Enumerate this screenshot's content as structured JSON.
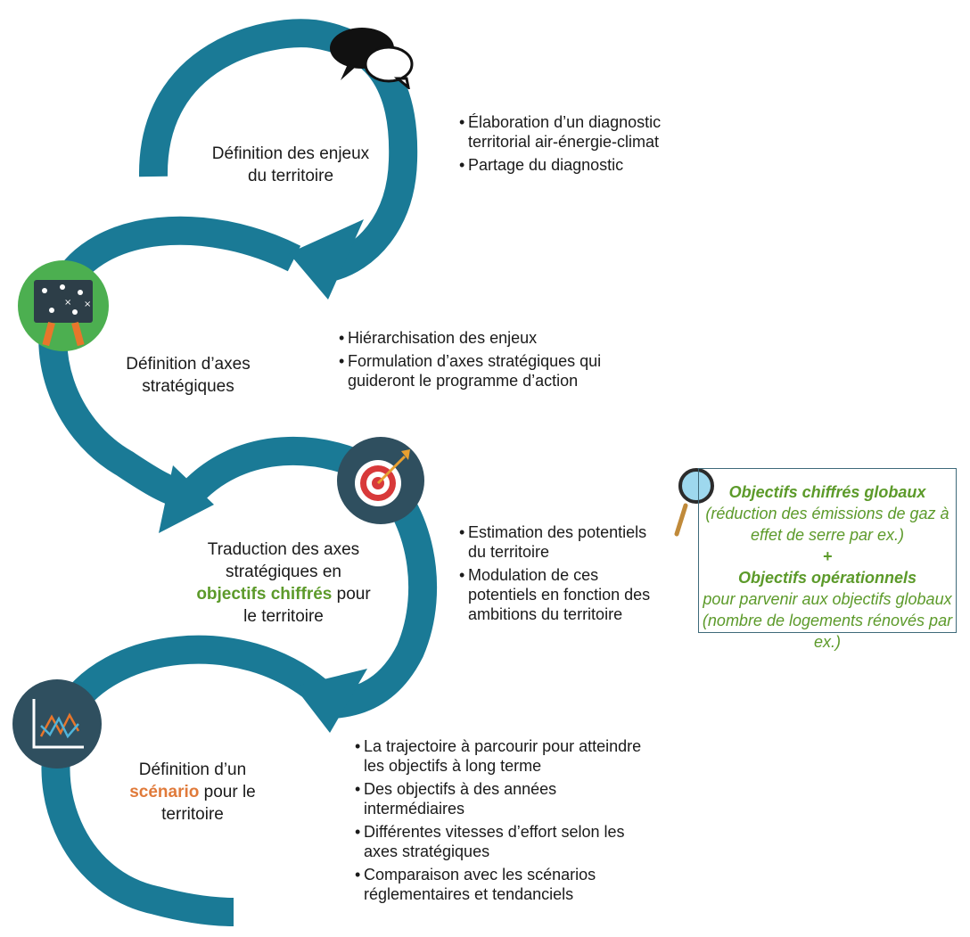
{
  "steps": [
    {
      "label": "Définition des enjeux du territoire",
      "bullets": [
        "Élaboration d’un diagnostic territorial air-énergie-climat",
        "Partage du diagnostic"
      ]
    },
    {
      "label": "Définition d’axes stratégiques",
      "bullets": [
        "Hiérarchisation des enjeux",
        "Formulation d’axes stratégiques qui guideront le programme d’action"
      ]
    },
    {
      "label_before": "Traduction des axes stratégiques en",
      "label_highlight": "objectifs chiffrés",
      "label_after": "pour le territoire",
      "bullets": [
        "Estimation des potentiels du territoire",
        "Modulation de ces potentiels en fonction des ambitions du territoire"
      ]
    },
    {
      "label_before": "Définition d’un",
      "label_highlight": "scénario",
      "label_after": "pour le territoire",
      "bullets": [
        "La trajectoire à parcourir pour atteindre les objectifs à long terme",
        "Des objectifs à des années intermédiaires",
        "Différentes vitesses d’effort selon les axes stratégiques",
        "Comparaison avec les scénarios réglementaires et tendanciels"
      ]
    }
  ],
  "callout": {
    "title1": "Objectifs chiffrés globaux",
    "text1": "(réduction des émissions de gaz à effet de serre par ex.)",
    "plus": "+",
    "title2": "Objectifs opérationnels",
    "text2": "pour parvenir aux objectifs globaux (nombre de logements rénovés par ex.)"
  },
  "colors": {
    "arrow": "#1a7a96",
    "highlight_green": "#5c9a2a",
    "highlight_orange": "#e07a3a",
    "icon_board_bg": "#4caf50",
    "icon_target_bg": "#2f4f5f",
    "icon_chart_bg": "#2f4f5f"
  },
  "icons": [
    "speech-bubbles-icon",
    "strategy-board-icon",
    "target-icon",
    "line-chart-icon",
    "magnifier-icon"
  ]
}
